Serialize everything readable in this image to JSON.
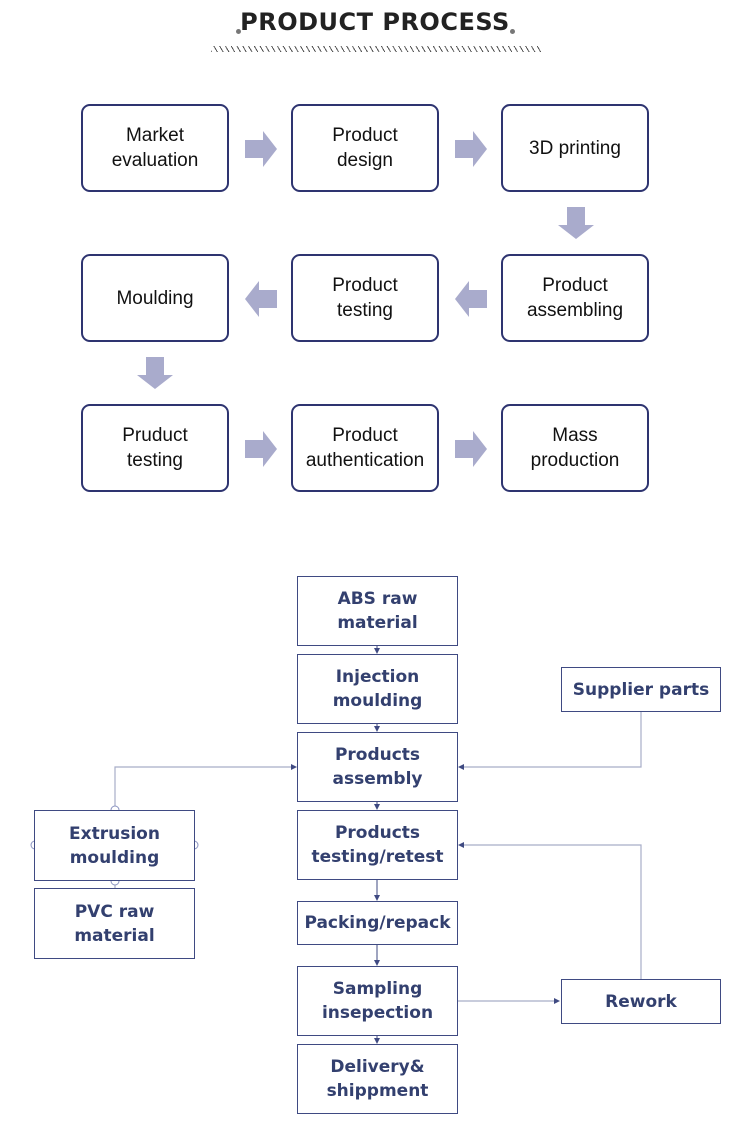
{
  "header": {
    "title": "PRODUCT PROCESS"
  },
  "process": {
    "steps": [
      {
        "label": "Market\nevaluation"
      },
      {
        "label": "Product\ndesign"
      },
      {
        "label": "3D printing"
      },
      {
        "label": "Product\nassembling"
      },
      {
        "label": "Product\ntesting"
      },
      {
        "label": "Moulding"
      },
      {
        "label": "Pruduct\ntesting"
      },
      {
        "label": "Product\nauthentication"
      },
      {
        "label": "Mass\nproduction"
      }
    ],
    "colors": {
      "box_border": "#2e3470",
      "arrow": "#a9abcc"
    }
  },
  "flow": {
    "nodes": {
      "abs": "ABS raw\nmaterial",
      "injection": "Injection\nmoulding",
      "assembly": "Products\nassembly",
      "testing": "Products\ntesting/retest",
      "packing": "Packing/repack",
      "sampling": "Sampling\ninsepection",
      "delivery": "Delivery&\nshippment",
      "supplier": "Supplier parts",
      "rework": "Rework",
      "extrusion": "Extrusion\nmoulding",
      "pvc": "PVC raw\nmaterial"
    },
    "colors": {
      "text": "#33406f",
      "border": "#3f4a82",
      "connector": "#a8adc8"
    }
  }
}
